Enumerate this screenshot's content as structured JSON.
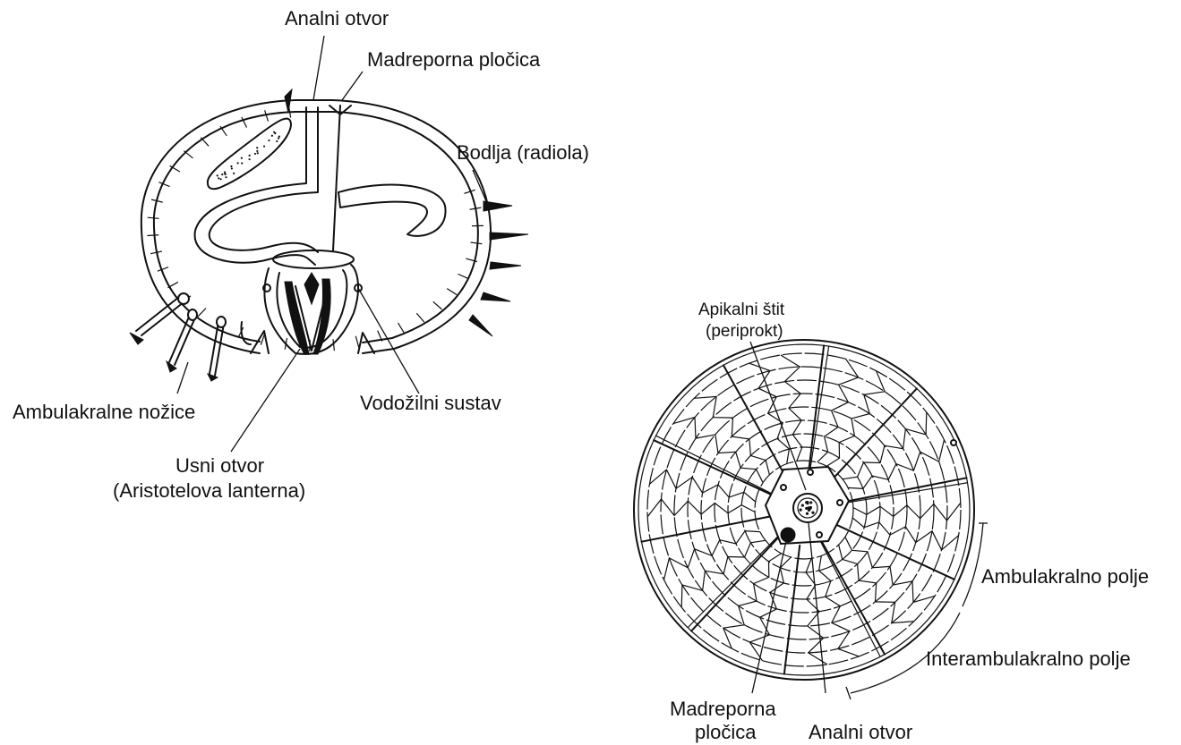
{
  "diagrams": [
    {
      "view": "cross-section",
      "labels": {
        "anal_opening": "Analni otvor",
        "madreporite": "Madreporna pločica",
        "spine": "Bodlja (radiola)",
        "tube_feet": "Ambulakralne nožice",
        "water_vascular": "Vodožilni sustav",
        "mouth_line1": "Usni otvor",
        "mouth_line2": "(Aristotelova lanterna)"
      }
    },
    {
      "view": "aboral",
      "labels": {
        "apical_line1": "Apikalni štit",
        "apical_line2": "(periprokt)",
        "ambulacral": "Ambulakralno polje",
        "interambulacral": "Interambulakralno polje",
        "madreporite_line1": "Madreporna",
        "madreporite_line2": "pločica",
        "anal_opening": "Analni otvor"
      }
    }
  ],
  "colors": {
    "ink": "#111111",
    "background": "#ffffff"
  },
  "icons": [
    "spine-icon",
    "tube-foot-icon",
    "plate-grid-icon"
  ]
}
